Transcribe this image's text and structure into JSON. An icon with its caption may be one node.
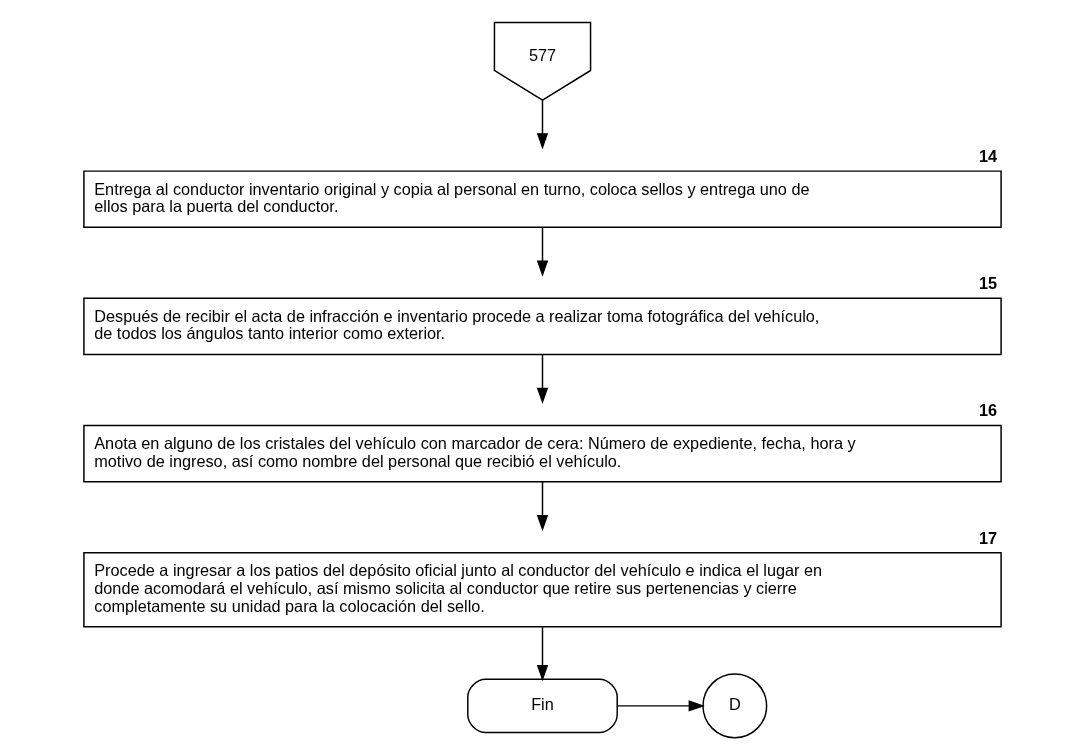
{
  "diagram": {
    "nodes": [
      {
        "text": [
          "577"
        ]
      },
      {
        "text": [
          "Entrega al conductor inventario original y copia al personal en turno, coloca sellos y entrega uno de ellos para la puerta del conductor."
        ],
        "beside": [
          "14"
        ]
      },
      {
        "text": [
          "Después de recibir el acta de infracción e inventario procede a realizar toma fotográfica del vehículo, de todos los ángulos tanto interior como exterior."
        ],
        "beside": [
          "15"
        ]
      },
      {
        "text": [
          "Anota en alguno de los cristales del vehículo con marcador de cera: Número de expediente, fecha, hora y motivo de ingreso, así como nombre del personal que recibió el vehículo."
        ],
        "beside": [
          "16"
        ]
      },
      {
        "text": [
          "Procede a ingresar a los patios del depósito oficial junto al conductor del vehículo e indica el lugar en donde acomodará el vehículo, así mismo solicita al conductor que retire sus pertenencias y cierre completamente su unidad para la colocación del sello."
        ],
        "beside": [
          "17"
        ]
      },
      {
        "text": [
          "Fin"
        ]
      },
      {
        "text": [
          "D"
        ]
      }
    ],
    "edges": [
      {
        "from": 0,
        "to": 1,
        "arrow": "to"
      },
      {
        "from": 1,
        "to": 2,
        "arrow": "to"
      },
      {
        "from": 2,
        "to": 3,
        "arrow": "to"
      },
      {
        "from": 3,
        "to": 4,
        "arrow": "to"
      },
      {
        "from": 4,
        "to": 5,
        "arrow": "to"
      },
      {
        "from": 5,
        "to": 6,
        "arrow": "to"
      }
    ]
  }
}
